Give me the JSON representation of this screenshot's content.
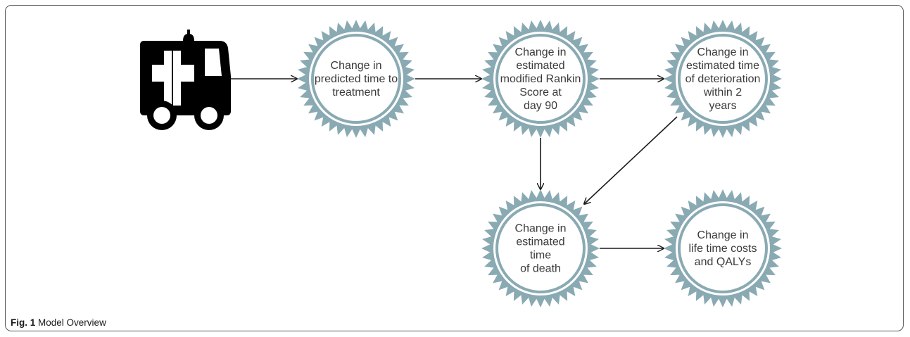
{
  "colors": {
    "seal_fill": "#8aaab3",
    "seal_ring": "#ffffff",
    "circle_fill": "#ffffff",
    "circle_stroke": "#8aaab3",
    "arrow": "#1a1a1a",
    "ambulance": "#000000"
  },
  "icon": "ambulance-icon",
  "nodes": [
    {
      "id": "time-to-treatment",
      "lines": [
        "Change in",
        "predicted time to",
        "treatment"
      ]
    },
    {
      "id": "rankin-score",
      "lines": [
        "Change in",
        "estimated",
        "modified Rankin",
        "Score at",
        "day 90"
      ]
    },
    {
      "id": "time-deterioration",
      "lines": [
        "Change in",
        "estimated time",
        "of deterioration",
        "within 2",
        "years"
      ]
    },
    {
      "id": "time-of-death",
      "lines": [
        "Change in",
        "estimated",
        "time",
        "of death"
      ]
    },
    {
      "id": "costs-qalys",
      "lines": [
        "Change in",
        "life time costs",
        "and QALYs"
      ]
    }
  ],
  "edges": [
    {
      "from": "ambulance",
      "to": "time-to-treatment"
    },
    {
      "from": "time-to-treatment",
      "to": "rankin-score"
    },
    {
      "from": "rankin-score",
      "to": "time-deterioration"
    },
    {
      "from": "rankin-score",
      "to": "time-of-death"
    },
    {
      "from": "time-deterioration",
      "to": "time-of-death"
    },
    {
      "from": "time-of-death",
      "to": "costs-qalys"
    }
  ],
  "caption": {
    "label": "Fig. 1",
    "text": "Model Overview"
  }
}
